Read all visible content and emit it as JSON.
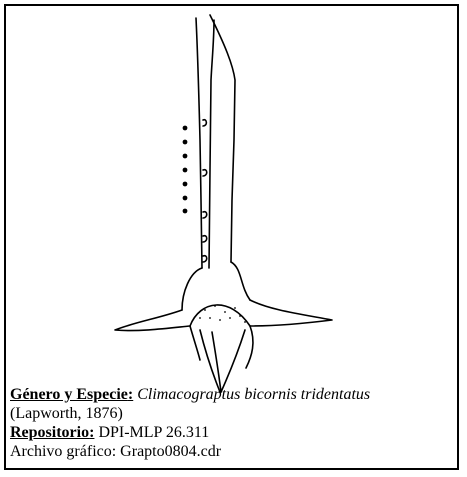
{
  "caption": {
    "genus_label": "Género y Especie",
    "colon": ":",
    "species_name": "Climacograptus bicornis tridentatus",
    "author": "(Lapworth, 1876)",
    "repository_label": "Repositorio",
    "repository_value": "DPI-MLP 26.311",
    "file_line": "Archivo gráfico: Grapto0804.cdr"
  },
  "colors": {
    "ink": "#000000",
    "background": "#ffffff"
  }
}
